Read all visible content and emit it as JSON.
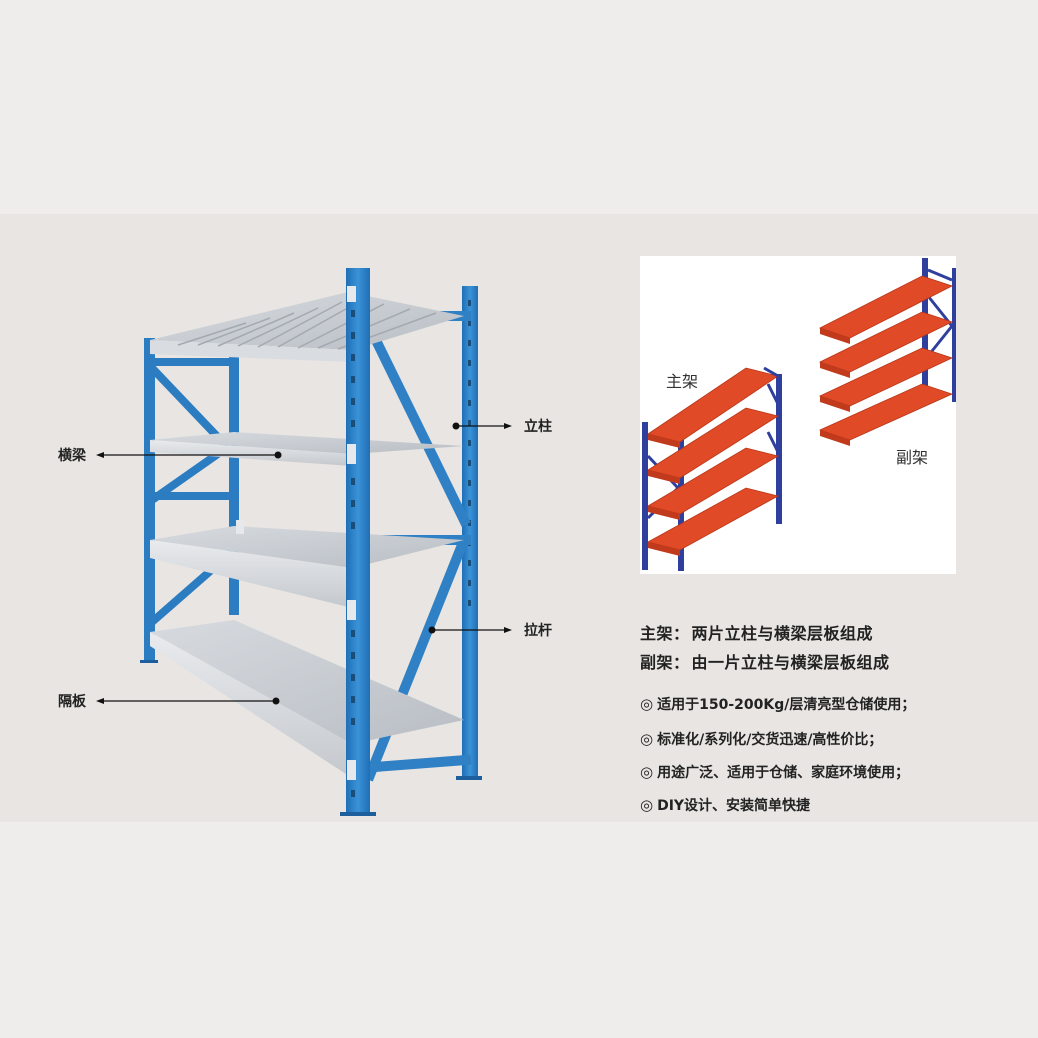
{
  "callouts": {
    "beam": "横梁",
    "upright": "立柱",
    "brace": "拉杆",
    "shelf": "隔板"
  },
  "diagram": {
    "main_frame_label": "主架",
    "sub_frame_label": "副架"
  },
  "description": [
    {
      "key": "主架：",
      "text": "两片立柱与横梁层板组成"
    },
    {
      "key": "副架：",
      "text": "由一片立柱与横梁层板组成"
    }
  ],
  "features": [
    "适用于150-200Kg/层清亮型仓储使用；",
    "标准化/系列化/交货迅速/高性价比；",
    "用途广泛、适用于仓储、家庭环境使用；",
    "DIY设计、安装简单快捷"
  ],
  "bullet_symbol": "◎",
  "colors": {
    "rack_blue": "#2f80c4",
    "shelf_grey": "#c9cdd2",
    "diagram_red": "#e04a26",
    "diagram_blue": "#2f3f9e"
  }
}
